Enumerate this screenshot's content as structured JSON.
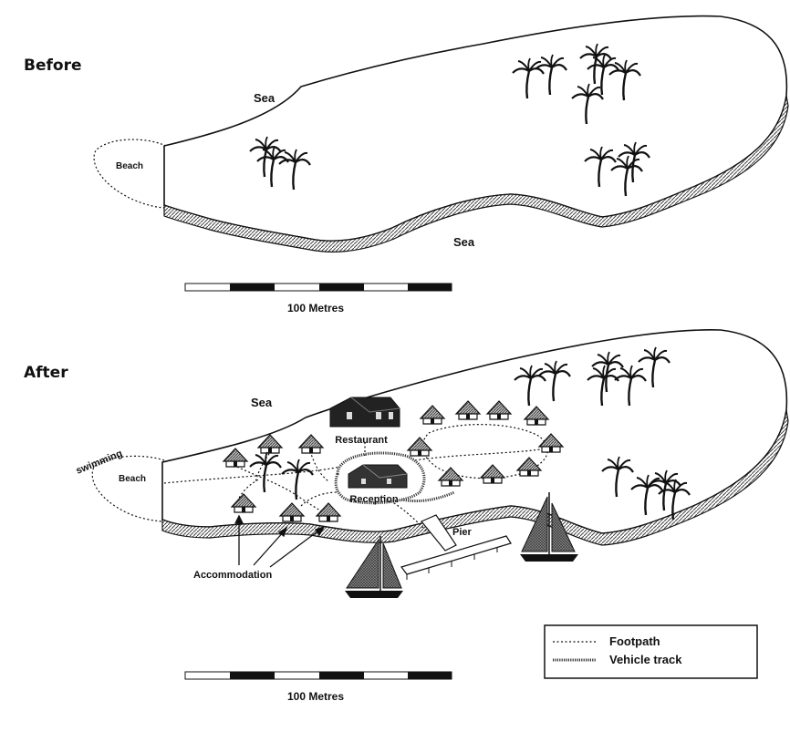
{
  "before": {
    "title": "Before",
    "labels": {
      "sea_top": "Sea",
      "sea_bottom": "Sea",
      "beach": "Beach"
    },
    "scale_label": "100 Metres"
  },
  "after": {
    "title": "After",
    "labels": {
      "sea": "Sea",
      "beach": "Beach",
      "swimming": "swimming",
      "restaurant": "Restaurant",
      "reception": "Reception",
      "pier": "Pier",
      "accommodation": "Accommodation"
    },
    "scale_label": "100 Metres"
  },
  "legend": {
    "items": [
      {
        "name": "footpath",
        "label": "Footpath"
      },
      {
        "name": "vehicle-track",
        "label": "Vehicle track"
      }
    ]
  },
  "colors": {
    "ink": "#111111",
    "hatch": "#555555",
    "roof": "#333333"
  },
  "icons": [
    "palm-tree-icon",
    "hut-icon",
    "building-icon",
    "sailboat-icon"
  ]
}
